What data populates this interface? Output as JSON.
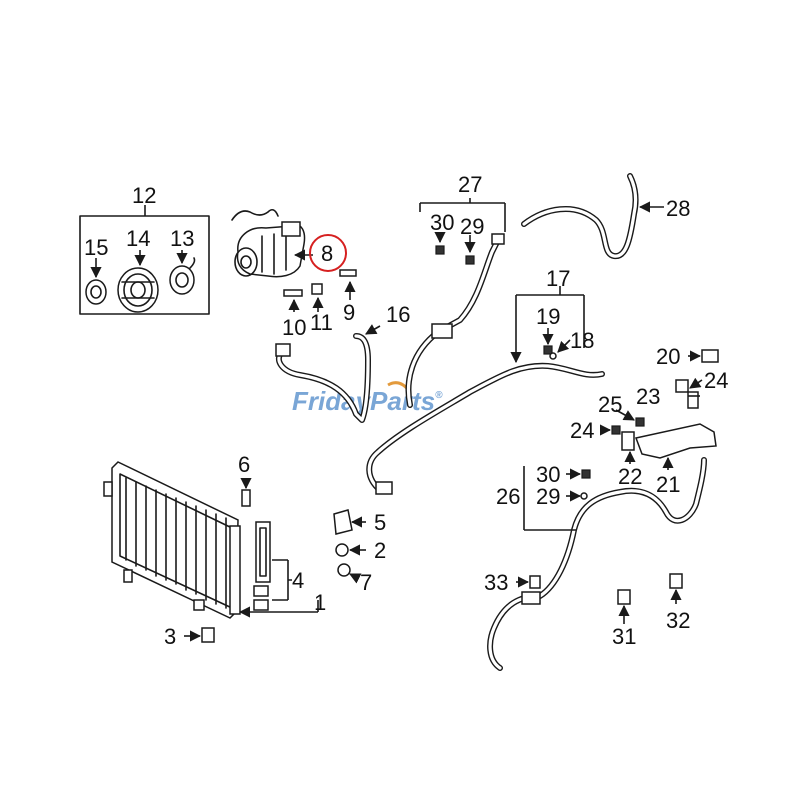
{
  "watermark": {
    "brand_part1": "Friday",
    "brand_part2": "Parts",
    "reg_mark": "®",
    "color": "#7aa6d6"
  },
  "highlight": {
    "color": "#d62020",
    "part": "8"
  },
  "callouts": {
    "c1": "1",
    "c2": "2",
    "c3": "3",
    "c4": "4",
    "c5": "5",
    "c6": "6",
    "c7": "7",
    "c8": "8",
    "c9": "9",
    "c10": "10",
    "c11": "11",
    "c12": "12",
    "c13": "13",
    "c14": "14",
    "c15": "15",
    "c16": "16",
    "c17": "17",
    "c18": "18",
    "c19": "19",
    "c20": "20",
    "c21": "21",
    "c22": "22",
    "c23": "23",
    "c24a": "24",
    "c24b": "24",
    "c25": "25",
    "c26": "26",
    "c27": "27",
    "c28": "28",
    "c29a": "29",
    "c29b": "29",
    "c30a": "30",
    "c30b": "30",
    "c31": "31",
    "c32": "32",
    "c33": "33"
  }
}
